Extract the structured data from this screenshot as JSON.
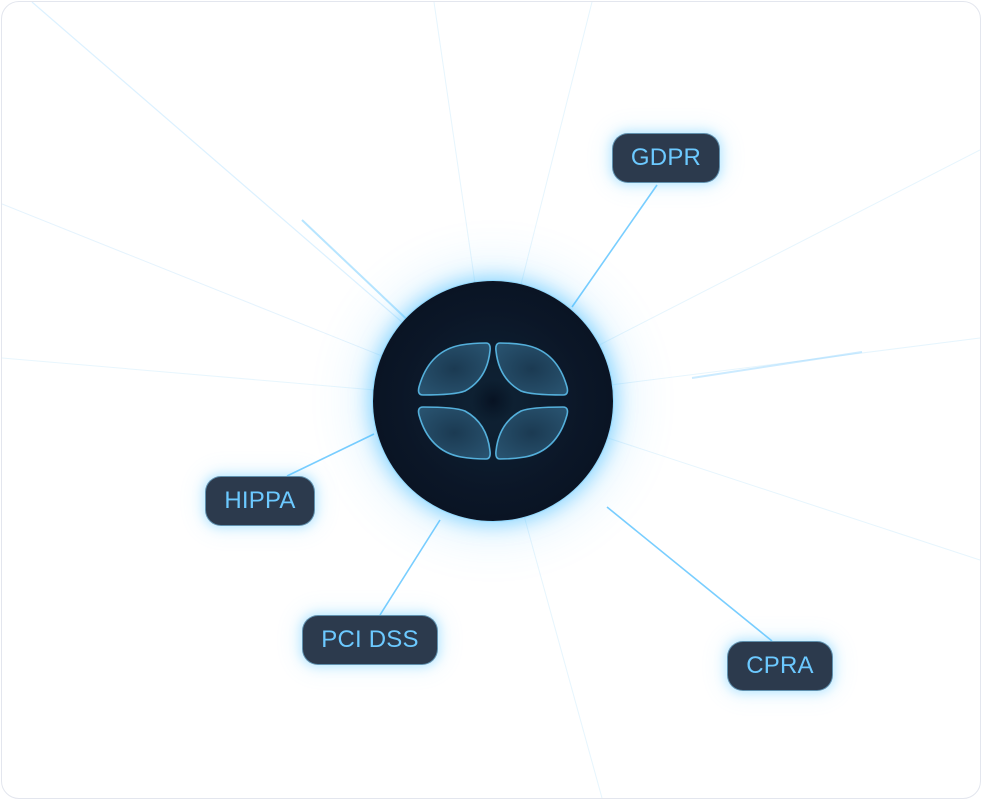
{
  "hub": {
    "icon": "shield-quadrant-logo-icon",
    "accent_color": "#5cc8ff",
    "background_color": "#0b1627"
  },
  "tags": {
    "gdpr": "GDPR",
    "hippa": "HIPPA",
    "pci_dss": "PCI DSS",
    "cpra": "CPRA"
  },
  "colors": {
    "tag_background": "#2c3a4d",
    "tag_text": "#6cc9ff",
    "ray": "#8fd3ff"
  }
}
